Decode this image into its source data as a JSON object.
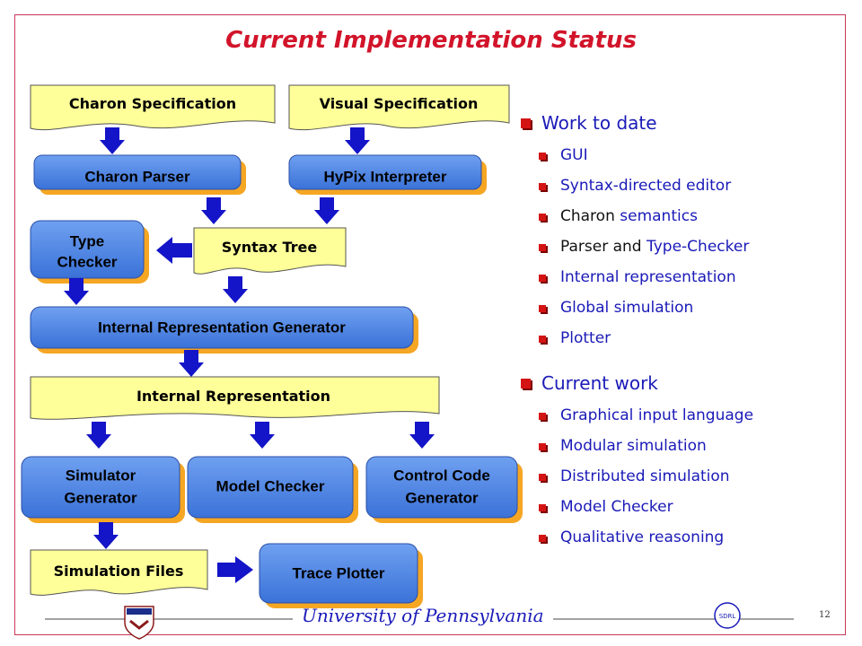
{
  "title": "Current Implementation Status",
  "diagram": {
    "charon_spec": "Charon Specification",
    "visual_spec": "Visual Specification",
    "charon_parser": "Charon Parser",
    "hypix": "HyPix Interpreter",
    "type_checker_1": "Type",
    "type_checker_2": "Checker",
    "syntax_tree": "Syntax Tree",
    "ir_generator": "Internal Representation Generator",
    "internal_rep": "Internal Representation",
    "sim_gen_1": "Simulator",
    "sim_gen_2": "Generator",
    "model_checker": "Model Checker",
    "ccg_1": "Control Code",
    "ccg_2": "Generator",
    "sim_files": "Simulation Files",
    "trace_plotter": "Trace Plotter"
  },
  "work_to_date": {
    "heading": "Work to date",
    "items": {
      "gui": "GUI",
      "syntax_editor": "Syntax-directed editor",
      "charon_word": "Charon",
      "semantics": " semantics",
      "parser_word": "Parser",
      "and_word": " and ",
      "typechecker": "Type-Checker",
      "internal_rep": "Internal representation",
      "global_sim": "Global simulation",
      "plotter": "Plotter"
    }
  },
  "current_work": {
    "heading": "Current work",
    "items": {
      "graphical": "Graphical input language",
      "modular": "Modular simulation",
      "distributed": "Distributed simulation",
      "model_checker": "Model Checker",
      "qualitative": "Qualitative reasoning"
    }
  },
  "footer": {
    "university": "University of Pennsylvania",
    "lab": "SDRL",
    "page": "12"
  },
  "colors": {
    "title": "#d2142a",
    "box_fill": "#4a86e8",
    "box_shadow": "#f5a623",
    "doc_fill": "#ffff99",
    "arrow": "#1414c8",
    "list_text": "#1a1ab8",
    "bullet": "#d41414"
  }
}
